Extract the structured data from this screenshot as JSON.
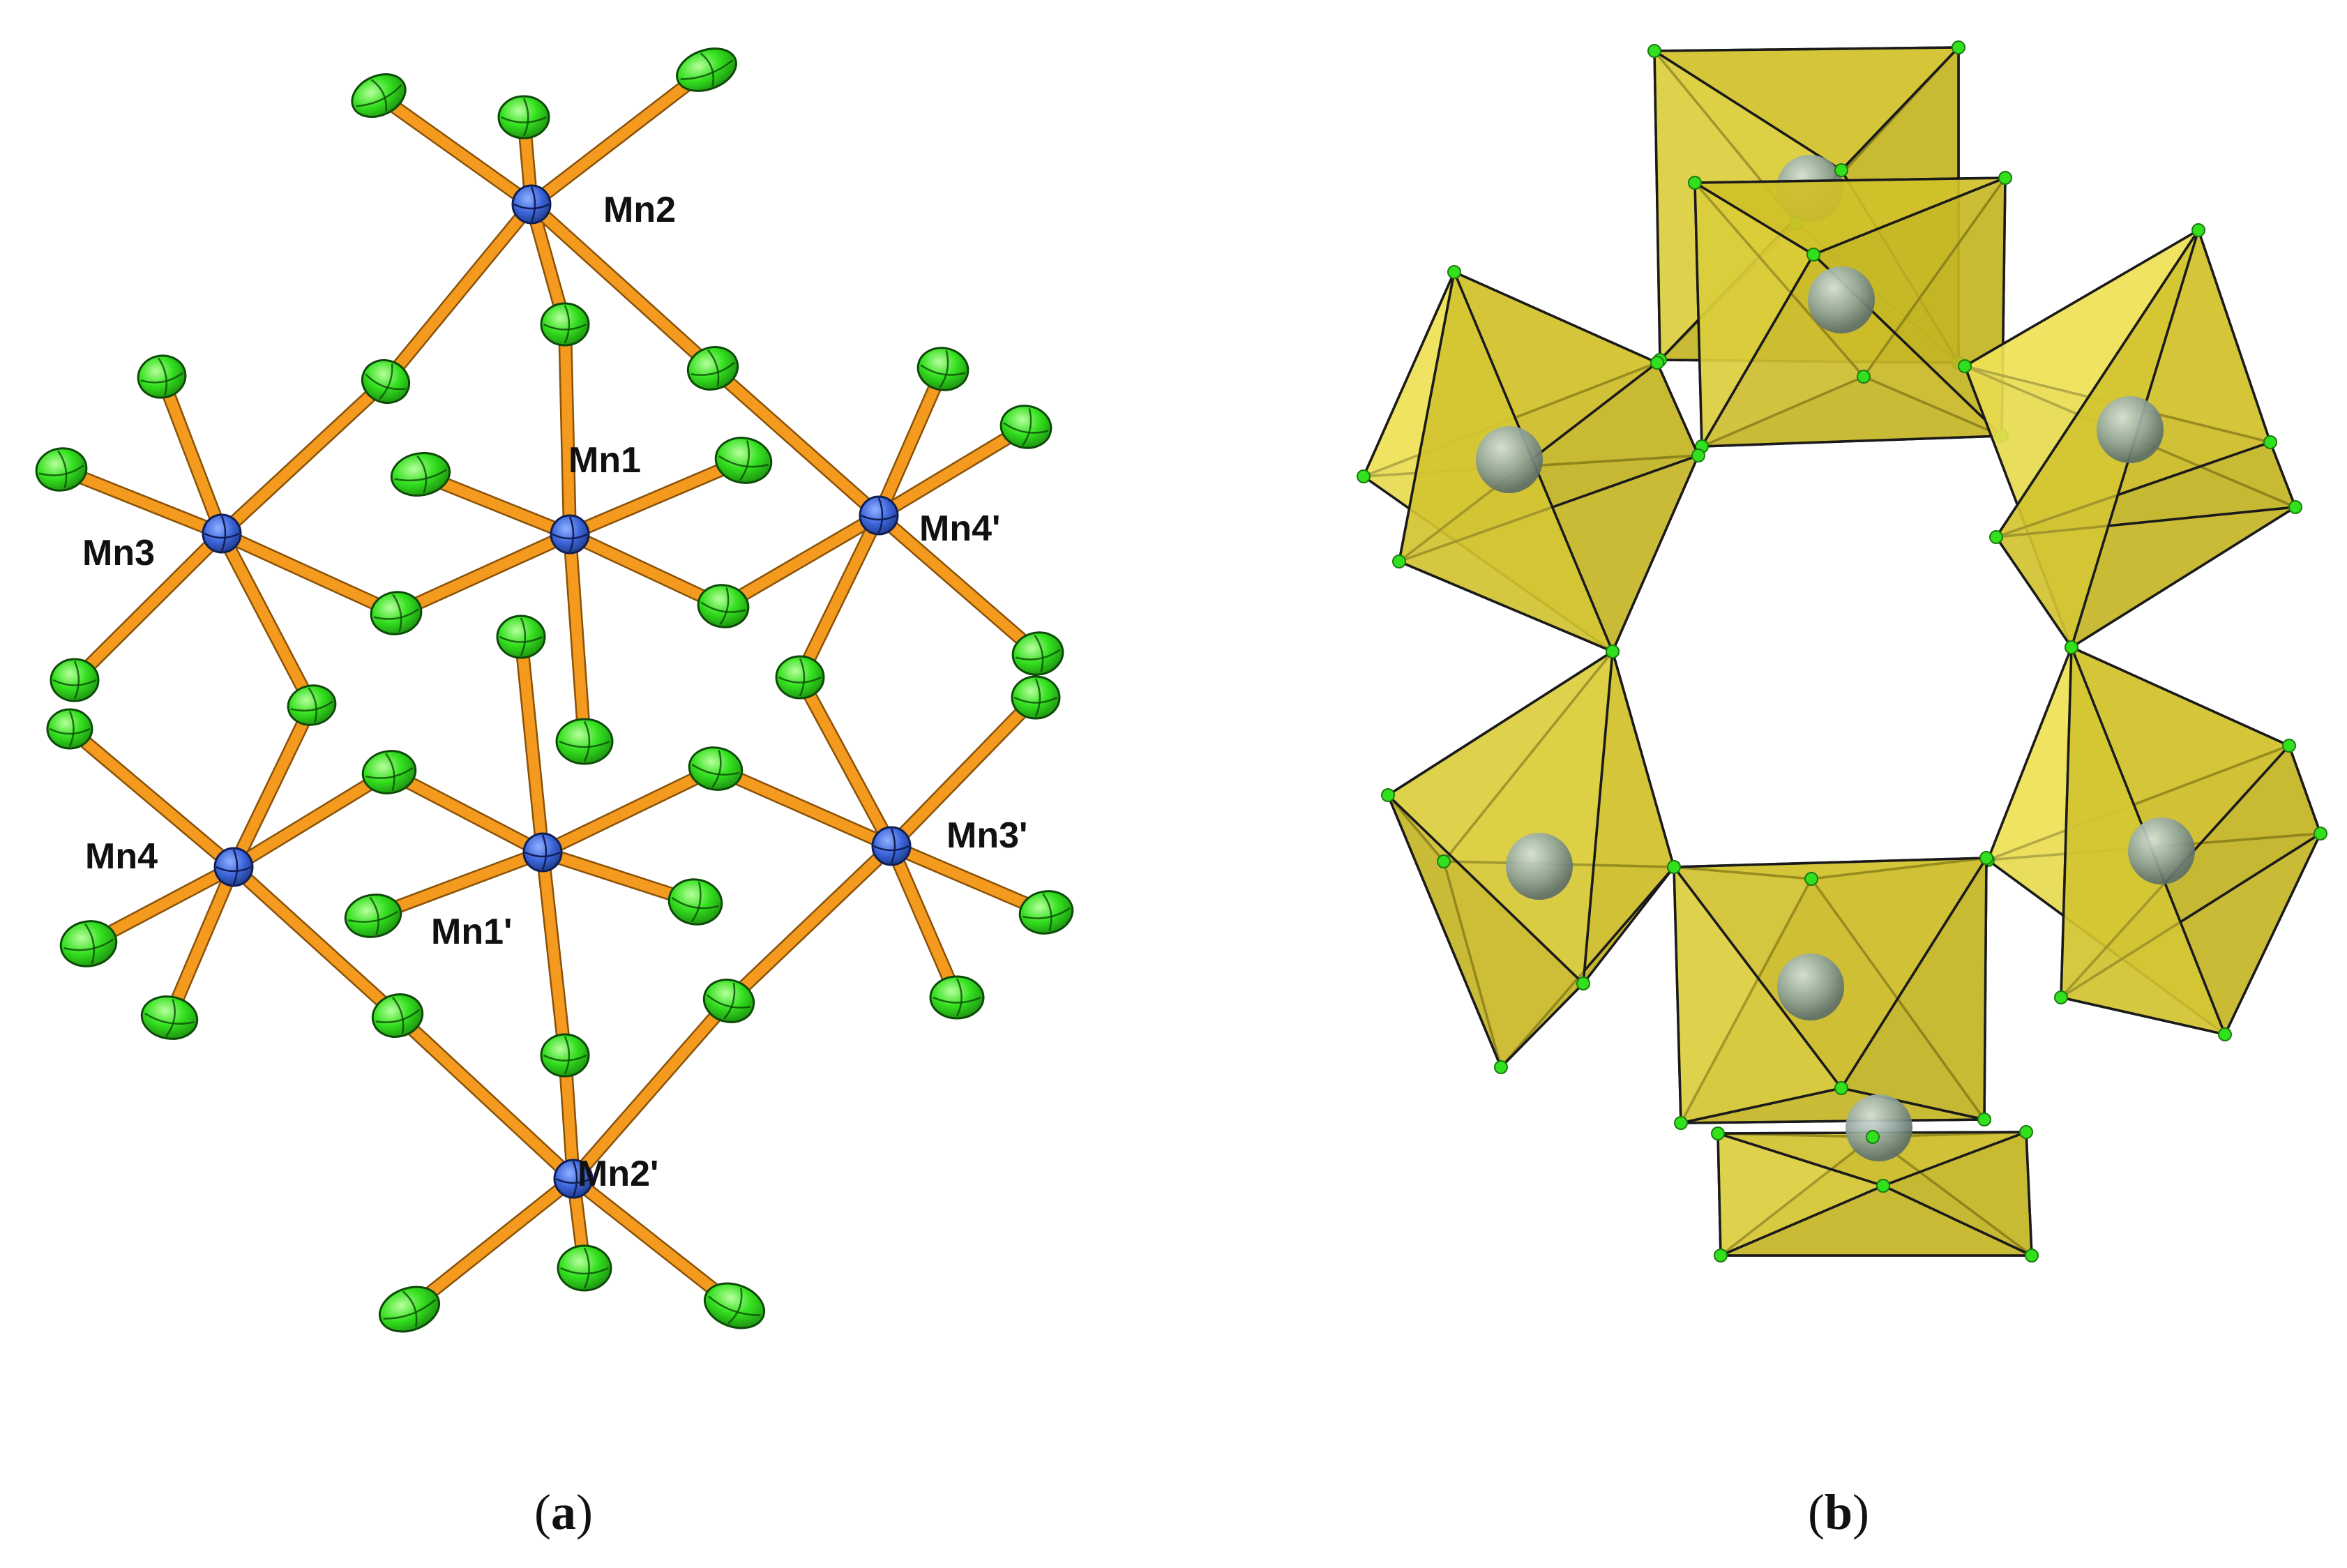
{
  "panel_a": {
    "caption_letter": "a",
    "labels": {
      "mn2": "Mn2",
      "mn1": "Mn1",
      "mn3": "Mn3",
      "mn4p": "Mn4'",
      "mn4": "Mn4",
      "mn1p": "Mn1'",
      "mn3p": "Mn3'",
      "mn2p": "Mn2'"
    }
  },
  "panel_b": {
    "caption_letter": "b"
  },
  "colors": {
    "bond": "#F39A1F",
    "oxygen": "#33E01E",
    "manganese": "#3B63D9",
    "polyhedron": "#E8DC3A",
    "polyhedron_edge": "#1a1a1a",
    "metal_sphere": "#8FA39A"
  }
}
